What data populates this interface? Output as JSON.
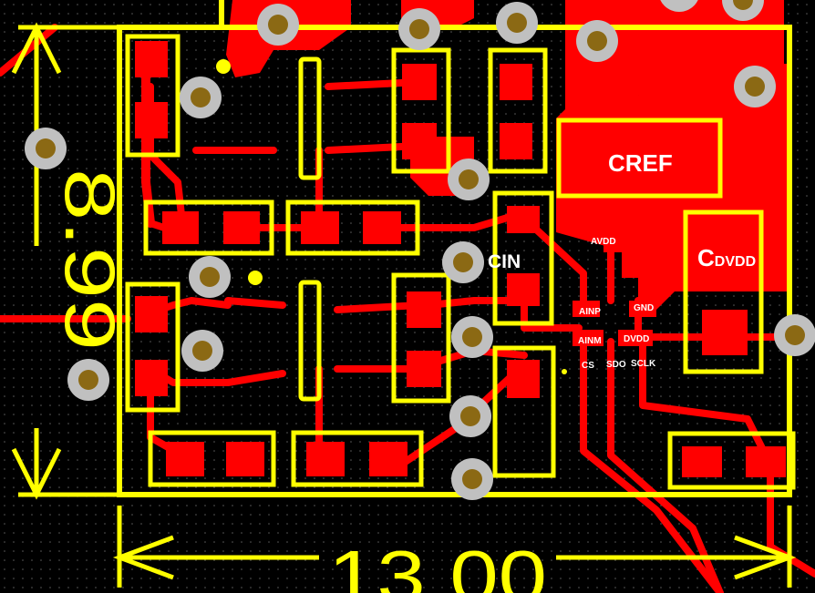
{
  "labels": {
    "cref": "CREF",
    "cin": "CIN",
    "cdvdd_main": "C",
    "cdvdd_sub": "DVDD"
  },
  "pins": {
    "avdd": "AVDD",
    "ainp": "AINP",
    "gnd": "GND",
    "ainm": "AINM",
    "dvdd": "DVDD",
    "cs": "CS",
    "sdo": "SDO",
    "sclk": "SCLK"
  },
  "dimensions": {
    "width": "13.00",
    "height": "8.99"
  },
  "colors": {
    "copper": "#ff0000",
    "silkscreen": "#ffff00",
    "via_ring": "#c0c0c0",
    "via_hole": "#8b6914",
    "background": "#000000"
  }
}
